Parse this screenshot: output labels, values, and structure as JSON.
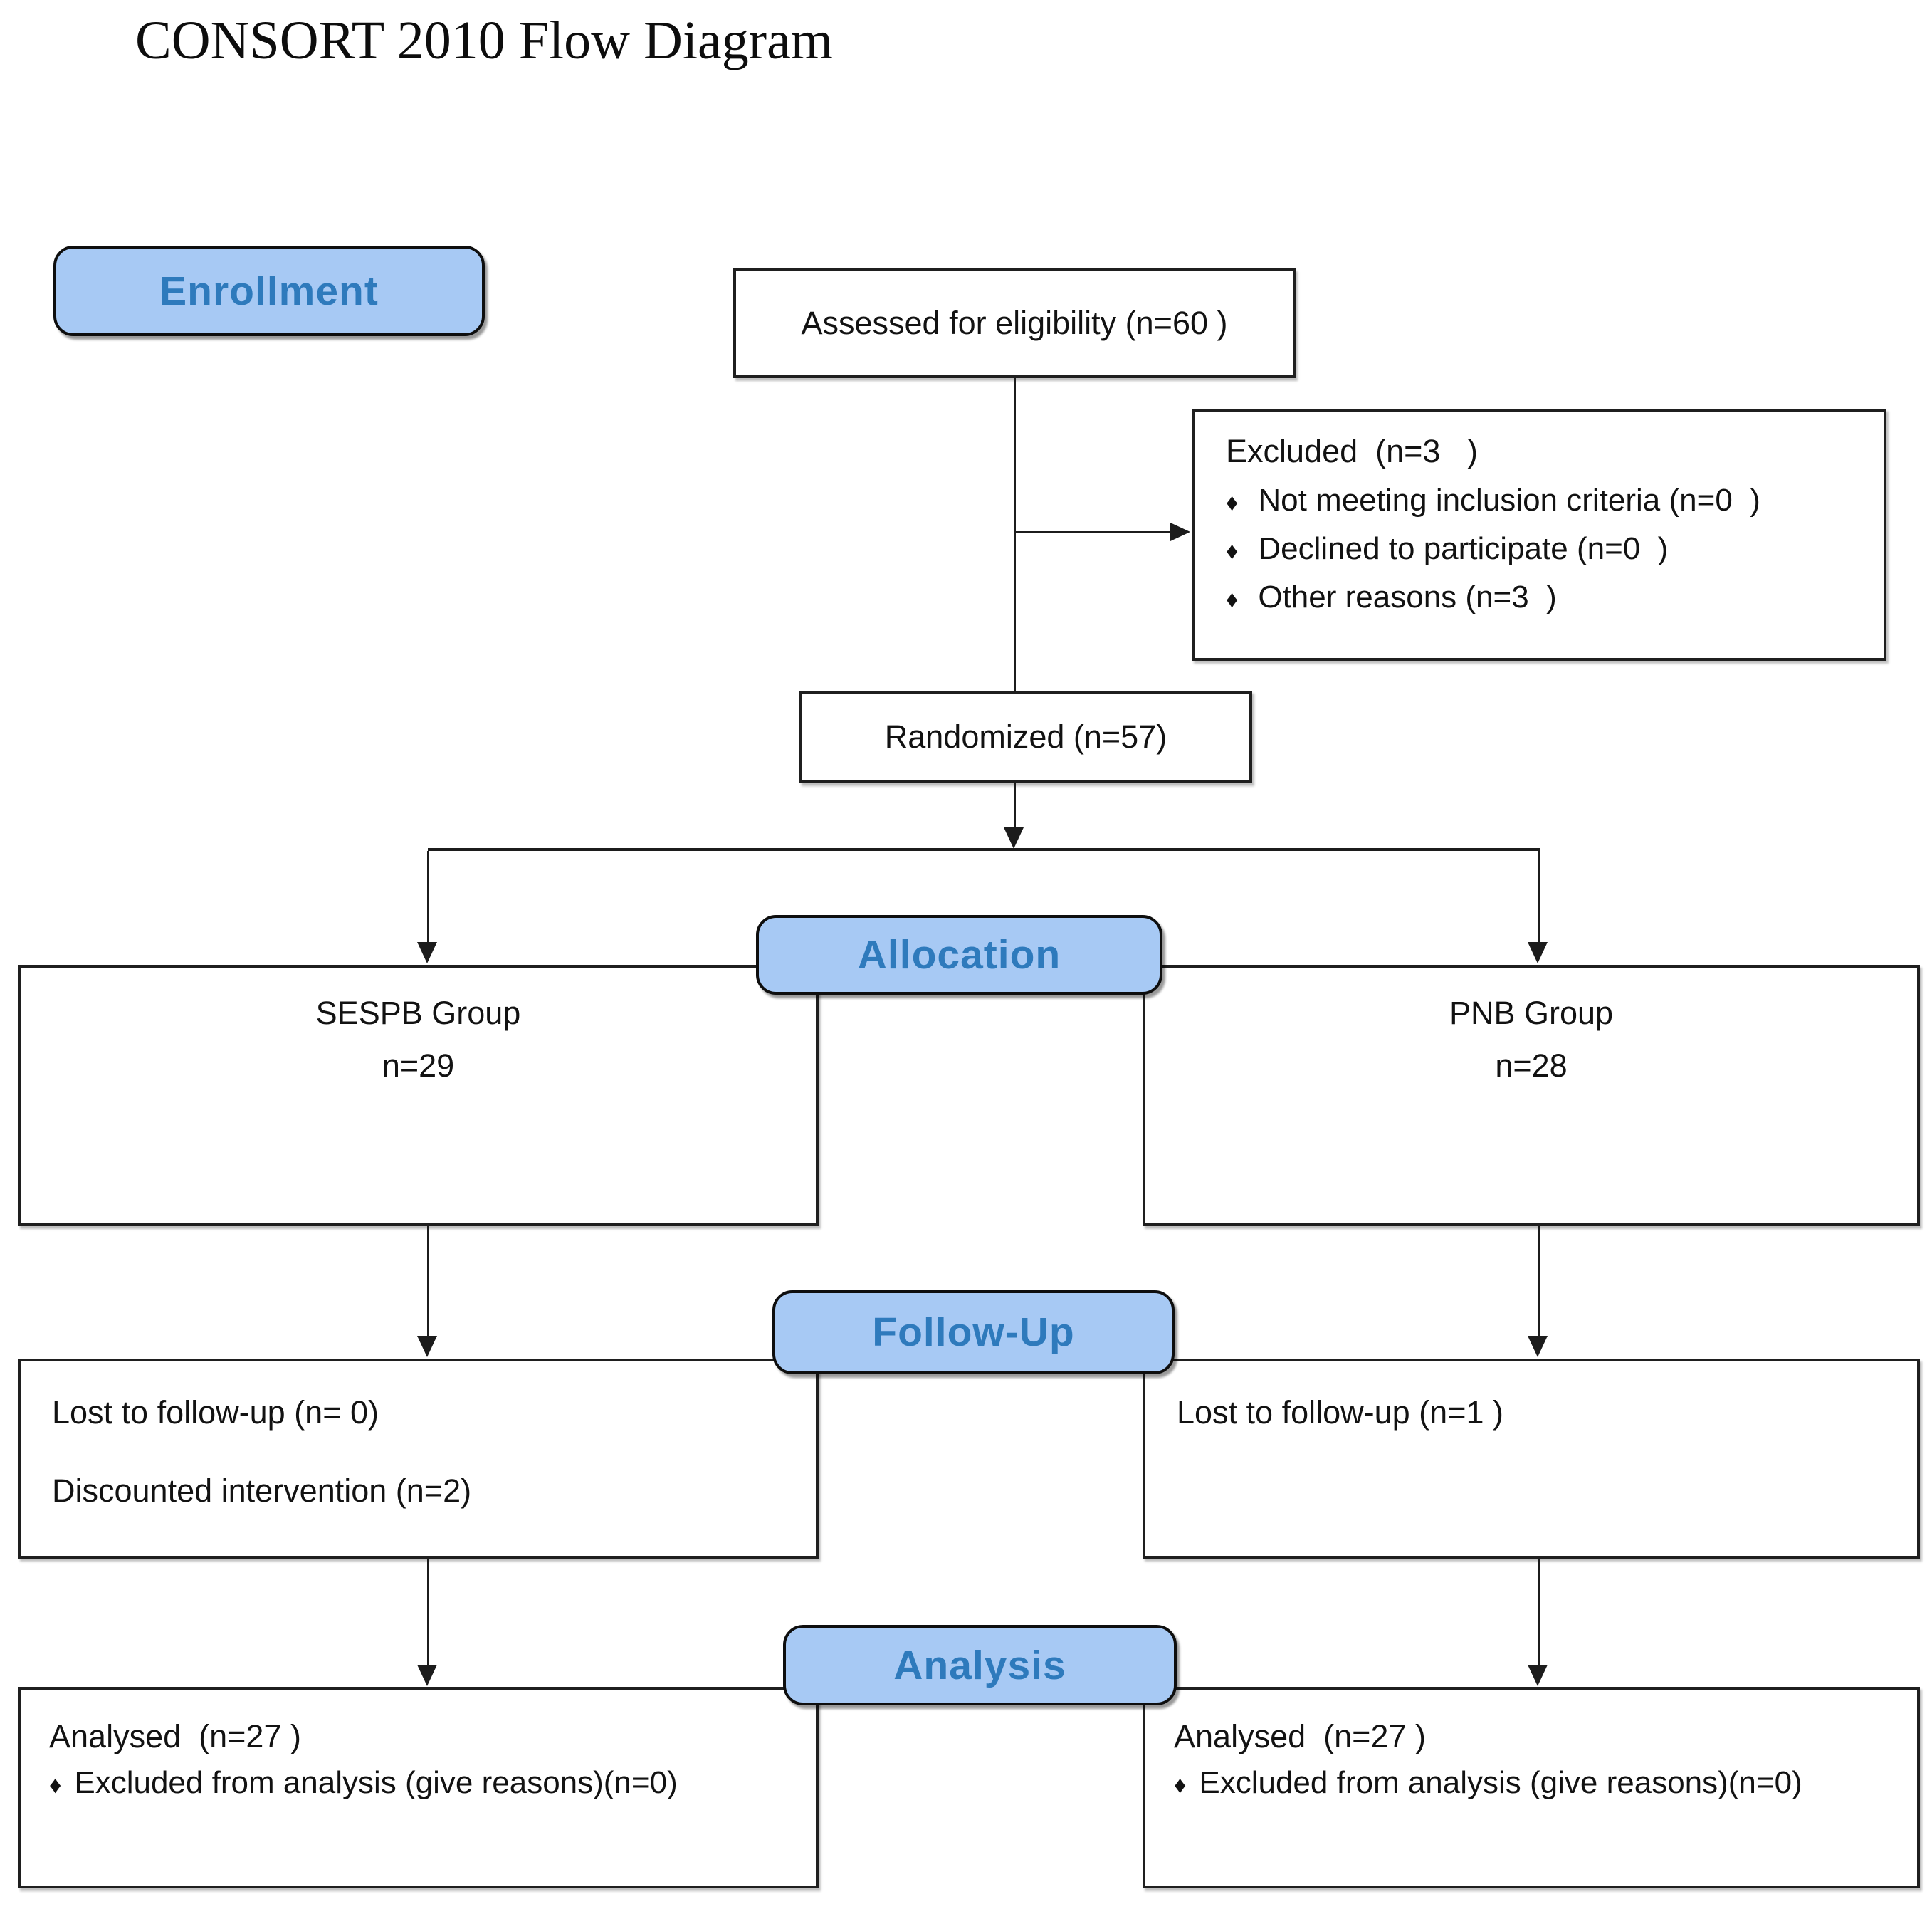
{
  "title": "CONSORT 2010 Flow Diagram",
  "badges": {
    "enrollment": "Enrollment",
    "allocation": "Allocation",
    "followup": "Follow-Up",
    "analysis": "Analysis"
  },
  "glyphs": {
    "diamond": "♦"
  },
  "nodes": {
    "assessed": {
      "text": "Assessed for eligibility (n=60 )"
    },
    "excluded": {
      "title": "Excluded  (n=3   )",
      "bullets": [
        "Not meeting inclusion criteria (n=0  )",
        "Declined to participate (n=0  )",
        "Other reasons (n=3  )"
      ]
    },
    "randomized": {
      "text": "Randomized (n=57)"
    },
    "sespb": {
      "line1": "SESPB Group",
      "line2": "n=29"
    },
    "pnb": {
      "line1": "PNB Group",
      "line2": "n=28"
    },
    "followup_left": {
      "line1": "Lost to follow-up (n= 0)",
      "line2": "Discounted intervention (n=2)"
    },
    "followup_right": {
      "line1": "Lost to follow-up (n=1 )"
    },
    "analysis_left": {
      "line1": "Analysed  (n=27 )",
      "bullet": "Excluded from analysis (give reasons)(n=0)"
    },
    "analysis_right": {
      "line1": "Analysed  (n=27 )",
      "bullet": "Excluded from analysis (give reasons)(n=0)"
    }
  },
  "colors": {
    "badge_fill": "#a7c9f4",
    "badge_text": "#2e7abc",
    "line": "#1c1c1c",
    "box_border": "#1f1f1f",
    "title_color": "#0d0d0d",
    "text": "#121212"
  }
}
